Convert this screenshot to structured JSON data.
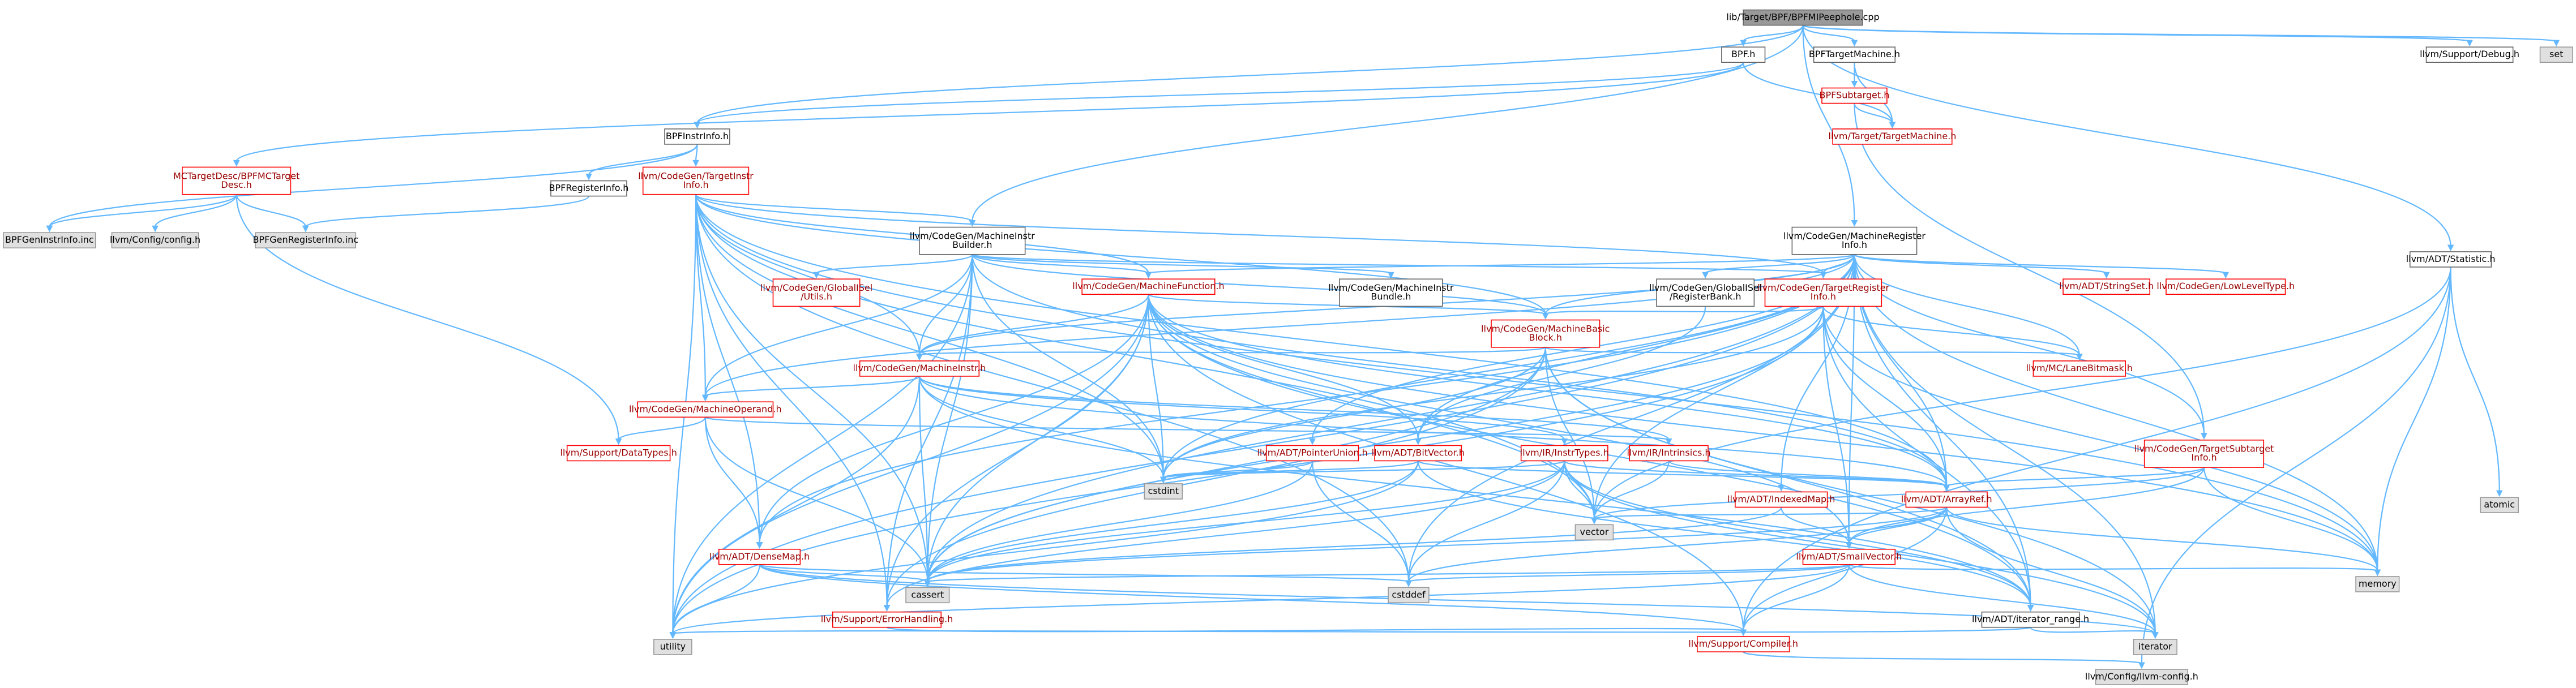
{
  "nodes": [
    {
      "id": "root",
      "label": "lib/Target/BPF/BPFMIPeephole.cpp",
      "style": "root"
    },
    {
      "id": "bpfh",
      "label": "BPF.h",
      "style": "plain"
    },
    {
      "id": "bpftm",
      "label": "BPFTargetMachine.h",
      "style": "plain"
    },
    {
      "id": "llvmdebug",
      "label": "llvm/Support/Debug.h",
      "style": "plain"
    },
    {
      "id": "set",
      "label": "set",
      "style": "gray"
    },
    {
      "id": "bpfsubtarget",
      "label": "BPFSubtarget.h",
      "style": "red"
    },
    {
      "id": "bpfinstrinfo",
      "label": "BPFInstrInfo.h",
      "style": "plain"
    },
    {
      "id": "targetmachine",
      "label": "llvm/Target/TargetMachine.h",
      "style": "red"
    },
    {
      "id": "mctargetdesc",
      "label": "MCTargetDesc/BPFMCTarget\nDesc.h",
      "style": "red"
    },
    {
      "id": "bpfreginfo",
      "label": "BPFRegisterInfo.h",
      "style": "plain"
    },
    {
      "id": "targetinstrinfo",
      "label": "llvm/CodeGen/TargetInstr\nInfo.h",
      "style": "red"
    },
    {
      "id": "bpfgeninstrinfo",
      "label": "BPFGenInstrInfo.inc",
      "style": "gray"
    },
    {
      "id": "llvmconfig",
      "label": "llvm/Config/config.h",
      "style": "gray"
    },
    {
      "id": "bpfgenreginfo",
      "label": "BPFGenRegisterInfo.inc",
      "style": "gray"
    },
    {
      "id": "mibuilder",
      "label": "llvm/CodeGen/MachineInstr\nBuilder.h",
      "style": "plain"
    },
    {
      "id": "mri",
      "label": "llvm/CodeGen/MachineRegister\nInfo.h",
      "style": "plain"
    },
    {
      "id": "statistic",
      "label": "llvm/ADT/Statistic.h",
      "style": "plain"
    },
    {
      "id": "globalisel_utils",
      "label": "llvm/CodeGen/GlobalISel\n/Utils.h",
      "style": "red"
    },
    {
      "id": "mfunction",
      "label": "llvm/CodeGen/MachineFunction.h",
      "style": "red"
    },
    {
      "id": "mibundle",
      "label": "llvm/CodeGen/MachineInstr\nBundle.h",
      "style": "plain"
    },
    {
      "id": "targetreginfo",
      "label": "llvm/CodeGen/TargetRegister\nInfo.h",
      "style": "red"
    },
    {
      "id": "globalisel_regbank",
      "label": "llvm/CodeGen/GlobalISel\n/RegisterBank.h",
      "style": "plain"
    },
    {
      "id": "stringset",
      "label": "llvm/ADT/StringSet.h",
      "style": "red"
    },
    {
      "id": "lowleveltype",
      "label": "llvm/CodeGen/LowLevelType.h",
      "style": "red"
    },
    {
      "id": "mbb",
      "label": "llvm/CodeGen/MachineBasic\nBlock.h",
      "style": "red"
    },
    {
      "id": "minstr",
      "label": "llvm/CodeGen/MachineInstr.h",
      "style": "red"
    },
    {
      "id": "lanebitmask",
      "label": "llvm/MC/LaneBitmask.h",
      "style": "red"
    },
    {
      "id": "moperand",
      "label": "llvm/CodeGen/MachineOperand.h",
      "style": "red"
    },
    {
      "id": "datatypes",
      "label": "llvm/Support/DataTypes.h",
      "style": "red"
    },
    {
      "id": "pointerunion",
      "label": "llvm/ADT/PointerUnion.h",
      "style": "red"
    },
    {
      "id": "bitvector",
      "label": "llvm/ADT/BitVector.h",
      "style": "red"
    },
    {
      "id": "instrtypes",
      "label": "llvm/IR/InstrTypes.h",
      "style": "red"
    },
    {
      "id": "intrinsics",
      "label": "llvm/IR/Intrinsics.h",
      "style": "red"
    },
    {
      "id": "targetsubtarget",
      "label": "llvm/CodeGen/TargetSubtarget\nInfo.h",
      "style": "red"
    },
    {
      "id": "indexedmap",
      "label": "llvm/ADT/IndexedMap.h",
      "style": "red"
    },
    {
      "id": "arrayref",
      "label": "llvm/ADT/ArrayRef.h",
      "style": "red"
    },
    {
      "id": "atomic",
      "label": "atomic",
      "style": "gray"
    },
    {
      "id": "cstdint",
      "label": "cstdint",
      "style": "gray"
    },
    {
      "id": "vector",
      "label": "vector",
      "style": "gray"
    },
    {
      "id": "densemap",
      "label": "llvm/ADT/DenseMap.h",
      "style": "red"
    },
    {
      "id": "smallvector",
      "label": "llvm/ADT/SmallVector.h",
      "style": "red"
    },
    {
      "id": "memory",
      "label": "memory",
      "style": "gray"
    },
    {
      "id": "cassert",
      "label": "cassert",
      "style": "gray"
    },
    {
      "id": "cstddef",
      "label": "cstddef",
      "style": "gray"
    },
    {
      "id": "errorhandling",
      "label": "llvm/Support/ErrorHandling.h",
      "style": "red"
    },
    {
      "id": "iteratorrange",
      "label": "llvm/ADT/iterator_range.h",
      "style": "plain"
    },
    {
      "id": "utility",
      "label": "utility",
      "style": "gray"
    },
    {
      "id": "compiler",
      "label": "llvm/Support/Compiler.h",
      "style": "red"
    },
    {
      "id": "iterator",
      "label": "iterator",
      "style": "gray"
    },
    {
      "id": "llvmconfigh",
      "label": "llvm/Config/llvm-config.h",
      "style": "gray"
    }
  ],
  "edges": [
    [
      "root",
      "bpfh"
    ],
    [
      "root",
      "bpftm"
    ],
    [
      "root",
      "llvmdebug"
    ],
    [
      "root",
      "set"
    ],
    [
      "root",
      "bpfinstrinfo"
    ],
    [
      "root",
      "mibuilder"
    ],
    [
      "root",
      "mri"
    ],
    [
      "root",
      "statistic"
    ],
    [
      "bpfh",
      "bpfinstrinfo"
    ],
    [
      "bpfh",
      "targetmachine"
    ],
    [
      "bpfh",
      "mctargetdesc"
    ],
    [
      "bpftm",
      "bpfsubtarget"
    ],
    [
      "bpftm",
      "targetmachine"
    ],
    [
      "bpfsubtarget",
      "targetmachine"
    ],
    [
      "bpfsubtarget",
      "targetsubtarget"
    ],
    [
      "bpfinstrinfo",
      "bpfreginfo"
    ],
    [
      "bpfinstrinfo",
      "targetinstrinfo"
    ],
    [
      "bpfinstrinfo",
      "bpfgeninstrinfo"
    ],
    [
      "mctargetdesc",
      "bpfgeninstrinfo"
    ],
    [
      "mctargetdesc",
      "llvmconfig"
    ],
    [
      "mctargetdesc",
      "bpfgenreginfo"
    ],
    [
      "mctargetdesc",
      "datatypes"
    ],
    [
      "bpfreginfo",
      "bpfgenreginfo"
    ],
    [
      "targetinstrinfo",
      "mibuilder"
    ],
    [
      "targetinstrinfo",
      "mfunction"
    ],
    [
      "targetinstrinfo",
      "mbb"
    ],
    [
      "targetinstrinfo",
      "minstr"
    ],
    [
      "targetinstrinfo",
      "moperand"
    ],
    [
      "targetinstrinfo",
      "targetreginfo"
    ],
    [
      "targetinstrinfo",
      "arrayref"
    ],
    [
      "targetinstrinfo",
      "densemap"
    ],
    [
      "targetinstrinfo",
      "errorhandling"
    ],
    [
      "targetinstrinfo",
      "cassert"
    ],
    [
      "targetinstrinfo",
      "cstddef"
    ],
    [
      "targetinstrinfo",
      "cstdint"
    ],
    [
      "targetinstrinfo",
      "utility"
    ],
    [
      "targetinstrinfo",
      "vector"
    ],
    [
      "targetinstrinfo",
      "memory"
    ],
    [
      "mibuilder",
      "globalisel_utils"
    ],
    [
      "mibuilder",
      "mfunction"
    ],
    [
      "mibuilder",
      "mibundle"
    ],
    [
      "mibuilder",
      "mbb"
    ],
    [
      "mibuilder",
      "minstr"
    ],
    [
      "mibuilder",
      "moperand"
    ],
    [
      "mibuilder",
      "targetreginfo"
    ],
    [
      "mibuilder",
      "arrayref"
    ],
    [
      "mibuilder",
      "errorhandling"
    ],
    [
      "mibuilder",
      "cassert"
    ],
    [
      "mibuilder",
      "cstdint"
    ],
    [
      "mibuilder",
      "utility"
    ],
    [
      "mri",
      "mfunction"
    ],
    [
      "mri",
      "targetreginfo"
    ],
    [
      "mri",
      "globalisel_regbank"
    ],
    [
      "mri",
      "stringset"
    ],
    [
      "mri",
      "lowleveltype"
    ],
    [
      "mri",
      "mbb"
    ],
    [
      "mri",
      "minstr"
    ],
    [
      "mri",
      "moperand"
    ],
    [
      "mri",
      "lanebitmask"
    ],
    [
      "mri",
      "pointerunion"
    ],
    [
      "mri",
      "bitvector"
    ],
    [
      "mri",
      "indexedmap"
    ],
    [
      "mri",
      "targetsubtarget"
    ],
    [
      "mri",
      "arrayref"
    ],
    [
      "mri",
      "smallvector"
    ],
    [
      "mri",
      "densemap"
    ],
    [
      "mri",
      "iteratorrange"
    ],
    [
      "mri",
      "cassert"
    ],
    [
      "mri",
      "cstddef"
    ],
    [
      "mri",
      "cstdint"
    ],
    [
      "mri",
      "iterator"
    ],
    [
      "mri",
      "memory"
    ],
    [
      "mri",
      "utility"
    ],
    [
      "mri",
      "vector"
    ],
    [
      "statistic",
      "atomic"
    ],
    [
      "statistic",
      "memory"
    ],
    [
      "statistic",
      "vector"
    ],
    [
      "statistic",
      "compiler"
    ],
    [
      "statistic",
      "llvmconfigh"
    ],
    [
      "mfunction",
      "mbb"
    ],
    [
      "mfunction",
      "minstr"
    ],
    [
      "mfunction",
      "bitvector"
    ],
    [
      "mfunction",
      "densemap"
    ],
    [
      "mfunction",
      "arrayref"
    ],
    [
      "mfunction",
      "smallvector"
    ],
    [
      "mfunction",
      "iteratorrange"
    ],
    [
      "mfunction",
      "compiler"
    ],
    [
      "mfunction",
      "errorhandling"
    ],
    [
      "mfunction",
      "cassert"
    ],
    [
      "mfunction",
      "cstdint"
    ],
    [
      "mfunction",
      "memory"
    ],
    [
      "mfunction",
      "utility"
    ],
    [
      "mfunction",
      "vector"
    ],
    [
      "targetreginfo",
      "mbb"
    ],
    [
      "targetreginfo",
      "lanebitmask"
    ],
    [
      "targetreginfo",
      "arrayref"
    ],
    [
      "targetreginfo",
      "smallvector"
    ],
    [
      "targetreginfo",
      "iteratorrange"
    ],
    [
      "targetreginfo",
      "cassert"
    ],
    [
      "targetreginfo",
      "cstdint"
    ],
    [
      "targetreginfo",
      "memory"
    ],
    [
      "targetreginfo",
      "utility"
    ],
    [
      "globalisel_regbank",
      "bitvector"
    ],
    [
      "mbb",
      "minstr"
    ],
    [
      "mbb",
      "lanebitmask"
    ],
    [
      "mbb",
      "iteratorrange"
    ],
    [
      "mbb",
      "errorhandling"
    ],
    [
      "mbb",
      "cassert"
    ],
    [
      "mbb",
      "cstdint"
    ],
    [
      "mbb",
      "iterator"
    ],
    [
      "mbb",
      "vector"
    ],
    [
      "minstr",
      "moperand"
    ],
    [
      "minstr",
      "instrtypes"
    ],
    [
      "minstr",
      "intrinsics"
    ],
    [
      "minstr",
      "arrayref"
    ],
    [
      "minstr",
      "iteratorrange"
    ],
    [
      "minstr",
      "cassert"
    ],
    [
      "minstr",
      "cstdint"
    ],
    [
      "minstr",
      "utility"
    ],
    [
      "moperand",
      "datatypes"
    ],
    [
      "moperand",
      "densemap"
    ],
    [
      "moperand",
      "intrinsics"
    ],
    [
      "moperand",
      "cassert"
    ],
    [
      "pointerunion",
      "cassert"
    ],
    [
      "pointerunion",
      "cstddef"
    ],
    [
      "pointerunion",
      "cstdint"
    ],
    [
      "bitvector",
      "arrayref"
    ],
    [
      "bitvector",
      "iteratorrange"
    ],
    [
      "bitvector",
      "cassert"
    ],
    [
      "bitvector",
      "cstdint"
    ],
    [
      "bitvector",
      "utility"
    ],
    [
      "instrtypes",
      "arrayref"
    ],
    [
      "instrtypes",
      "iteratorrange"
    ],
    [
      "instrtypes",
      "errorhandling"
    ],
    [
      "instrtypes",
      "cassert"
    ],
    [
      "instrtypes",
      "cstddef"
    ],
    [
      "instrtypes",
      "cstdint"
    ],
    [
      "instrtypes",
      "iterator"
    ],
    [
      "instrtypes",
      "vector"
    ],
    [
      "intrinsics",
      "arrayref"
    ],
    [
      "intrinsics",
      "vector"
    ],
    [
      "targetsubtarget",
      "arrayref"
    ],
    [
      "targetsubtarget",
      "smallvector"
    ],
    [
      "targetsubtarget",
      "memory"
    ],
    [
      "targetsubtarget",
      "vector"
    ],
    [
      "indexedmap",
      "smallvector"
    ],
    [
      "indexedmap",
      "cassert"
    ],
    [
      "arrayref",
      "smallvector"
    ],
    [
      "arrayref",
      "compiler"
    ],
    [
      "arrayref",
      "cassert"
    ],
    [
      "arrayref",
      "cstddef"
    ],
    [
      "arrayref",
      "iterator"
    ],
    [
      "arrayref",
      "memory"
    ],
    [
      "arrayref",
      "vector"
    ],
    [
      "densemap",
      "compiler"
    ],
    [
      "densemap",
      "cassert"
    ],
    [
      "densemap",
      "cstddef"
    ],
    [
      "densemap",
      "iterator"
    ],
    [
      "densemap",
      "utility"
    ],
    [
      "smallvector",
      "compiler"
    ],
    [
      "smallvector",
      "cassert"
    ],
    [
      "smallvector",
      "cstddef"
    ],
    [
      "smallvector",
      "iterator"
    ],
    [
      "smallvector",
      "memory"
    ],
    [
      "smallvector",
      "utility"
    ],
    [
      "errorhandling",
      "compiler"
    ],
    [
      "iteratorrange",
      "utility"
    ],
    [
      "iteratorrange",
      "iterator"
    ],
    [
      "compiler",
      "llvmconfigh"
    ]
  ],
  "colors": {
    "edge": "#63b8ff",
    "root_fill": "#999999",
    "root_border": "#666666",
    "gray_fill": "#e0e0e0",
    "gray_border": "#999999",
    "red_border": "#ff0000",
    "plain_border": "#666666",
    "node_fill": "#ffffff",
    "text": "#000000",
    "red_text": "#990000"
  }
}
